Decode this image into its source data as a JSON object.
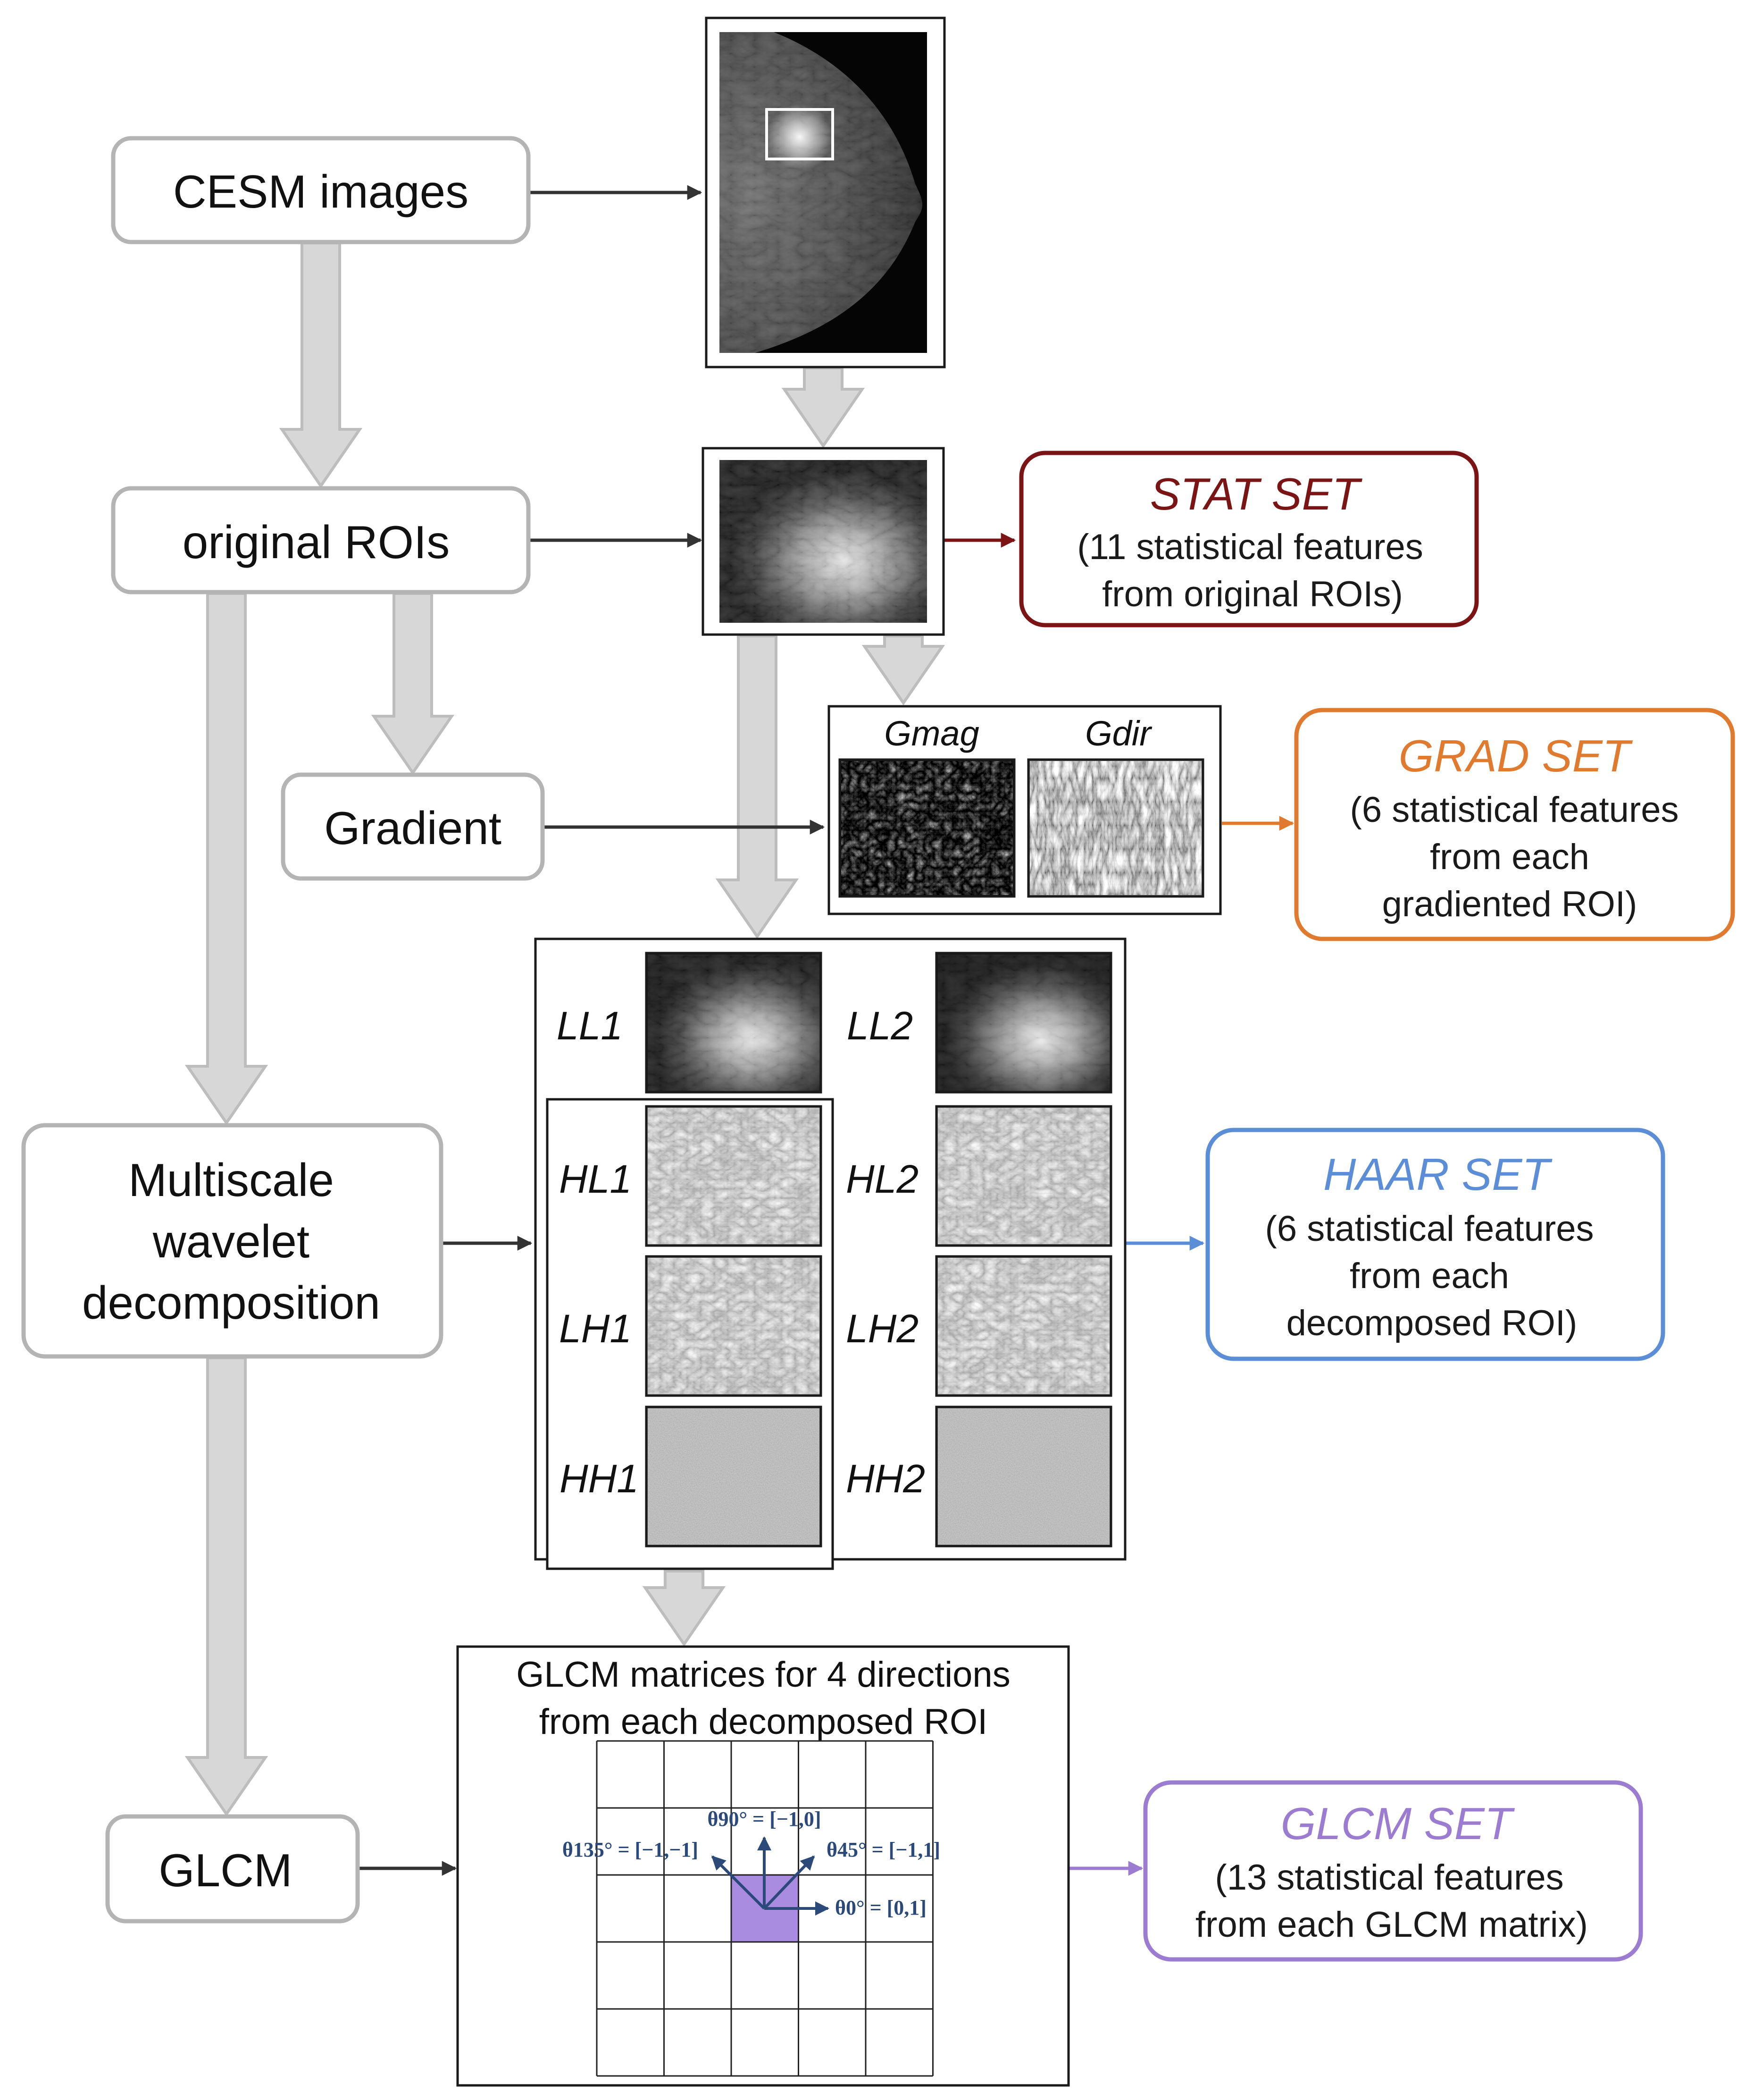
{
  "colors": {
    "box_border": "#b4b4b4",
    "arrow_dark": "#333333",
    "flow_arrow_fill": "#d7d7d7",
    "flow_arrow_stroke": "#bdbdbd",
    "stat": "#7b1515",
    "grad": "#e07a2f",
    "haar": "#5b8ed6",
    "glcm": "#9c7cd0",
    "glcm_cell": "#a98be0",
    "theta_arrow": "#2b4a7a"
  },
  "nodes": {
    "cesm_images": "CESM images",
    "original_rois": "original ROIs",
    "gradient": "Gradient",
    "wavelet": [
      "Multiscale",
      "wavelet",
      "decomposition"
    ],
    "glcm": "GLCM"
  },
  "gradient_panel": {
    "gmag": "Gmag",
    "gdir": "Gdir"
  },
  "wavelet_panel": {
    "level1": [
      "LL1",
      "HL1",
      "LH1",
      "HH1"
    ],
    "level2": [
      "LL2",
      "HL2",
      "LH2",
      "HH2"
    ]
  },
  "glcm_panel": {
    "title_line1": "GLCM matrices for 4 directions",
    "title_line2": "from each decomposed ROI",
    "theta_90": "θ90° = [−1,0]",
    "theta_135": "θ135° = [−1,−1]",
    "theta_45": "θ45° = [−1,1]",
    "theta_0": "θ0° =  [0,1]"
  },
  "sets": {
    "stat": {
      "title": "STAT SET",
      "lines": [
        "(11 statistical features",
        "from original ROIs)"
      ]
    },
    "grad": {
      "title": "GRAD SET",
      "lines": [
        "(6 statistical features",
        "from each",
        "gradiented ROI)"
      ]
    },
    "haar": {
      "title": "HAAR SET",
      "lines": [
        "(6 statistical features",
        "from each",
        "decomposed ROI)"
      ]
    },
    "glcm": {
      "title": "GLCM SET",
      "lines": [
        "(13 statistical features",
        "from each GLCM matrix)"
      ]
    }
  }
}
